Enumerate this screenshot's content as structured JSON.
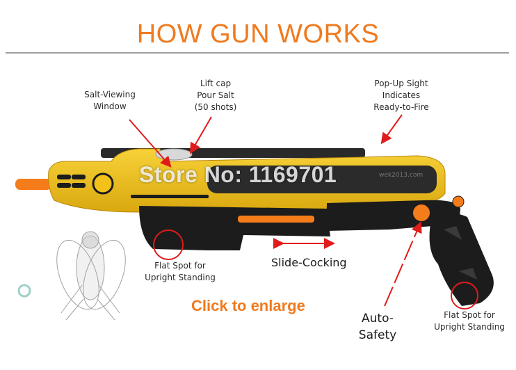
{
  "title": "HOW GUN WORKS",
  "labels": {
    "salt_window": [
      "Salt-Viewing",
      "Window"
    ],
    "lift_cap": [
      "Lift cap",
      "Pour Salt",
      "(50 shots)"
    ],
    "popup_sight": [
      "Pop-Up Sight",
      "Indicates",
      "Ready-to-Fire"
    ],
    "flat_spot_left": [
      "Flat Spot for",
      "Upright Standing"
    ],
    "slide_cocking": "Slide-Cocking",
    "flat_spot_right": [
      "Flat Spot for",
      "Upright Standing"
    ],
    "auto_safety": [
      "Auto-",
      "Safety"
    ]
  },
  "cta": "Click to enlarge",
  "watermark": "Store No: 1169701",
  "watermark_url": "wek2013.com",
  "colors": {
    "accent": "#f07a1e",
    "gun_yellow": "#f2c21b",
    "gun_black": "#1c1c1c",
    "arrow_red": "#e01b1b"
  }
}
